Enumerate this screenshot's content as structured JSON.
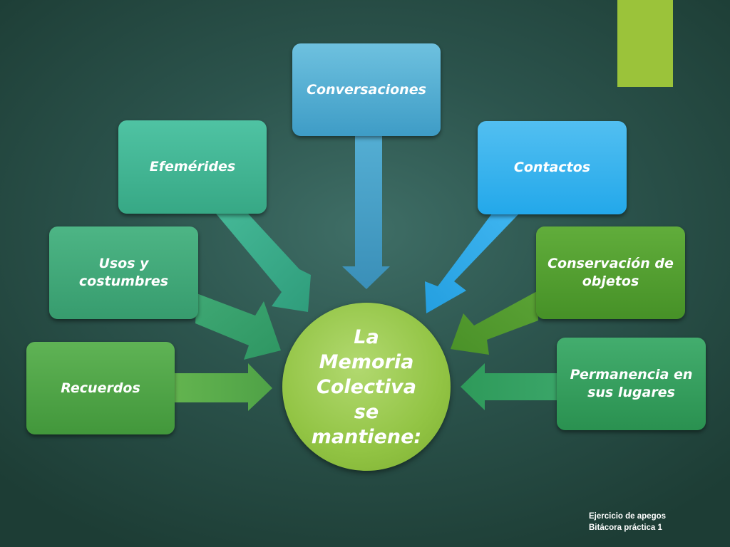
{
  "center": {
    "label": "La Memoria Colectiva se mantiene:"
  },
  "boxes": {
    "conversaciones": "Conversaciones",
    "efemerides": "Efemérides",
    "contactos": "Contactos",
    "usos": "Usos y costumbres",
    "conservacion": "Conservación de objetos",
    "recuerdos": "Recuerdos",
    "permanencia": "Permanencia en sus lugares"
  },
  "footer": {
    "line1": "Ejercicio de apegos",
    "line2": "Bitácora práctica 1"
  },
  "colors": {
    "accent": "#9bc33a",
    "center": "#92c444",
    "conversaciones": "#4fadd3",
    "efemerides": "#43b694",
    "contactos": "#35b0ee",
    "usos": "#41a878",
    "conservacion": "#509c2f",
    "recuerdos": "#4fa347",
    "permanencia": "#349d5d"
  }
}
